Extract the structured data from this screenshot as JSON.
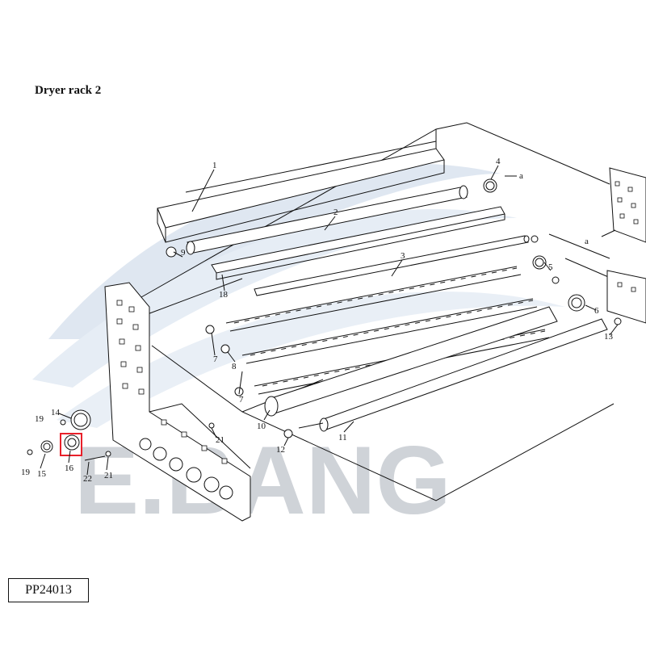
{
  "title": "Dryer rack 2",
  "part_code": "PP24013",
  "watermark": "E.BANG",
  "colors": {
    "watermark_swoosh": "#d9e2ee",
    "watermark_text": "#cfd3d8",
    "highlight": "#e8202a",
    "ink": "#111111"
  },
  "labels": {
    "n1": "1",
    "n2": "2",
    "n3": "3",
    "n4": "4",
    "n5": "5",
    "n6": "6",
    "n7a": "7",
    "n7b": "7",
    "n8": "8",
    "n9": "9",
    "n10": "10",
    "n11": "11",
    "n12": "12",
    "n13": "13",
    "n14": "14",
    "n15": "15",
    "n16": "16",
    "n18": "18",
    "n19a": "19",
    "n19b": "19",
    "n21a": "21",
    "n21b": "21",
    "n22": "22",
    "a1": "a",
    "a2": "a"
  },
  "highlighted_part": "16"
}
